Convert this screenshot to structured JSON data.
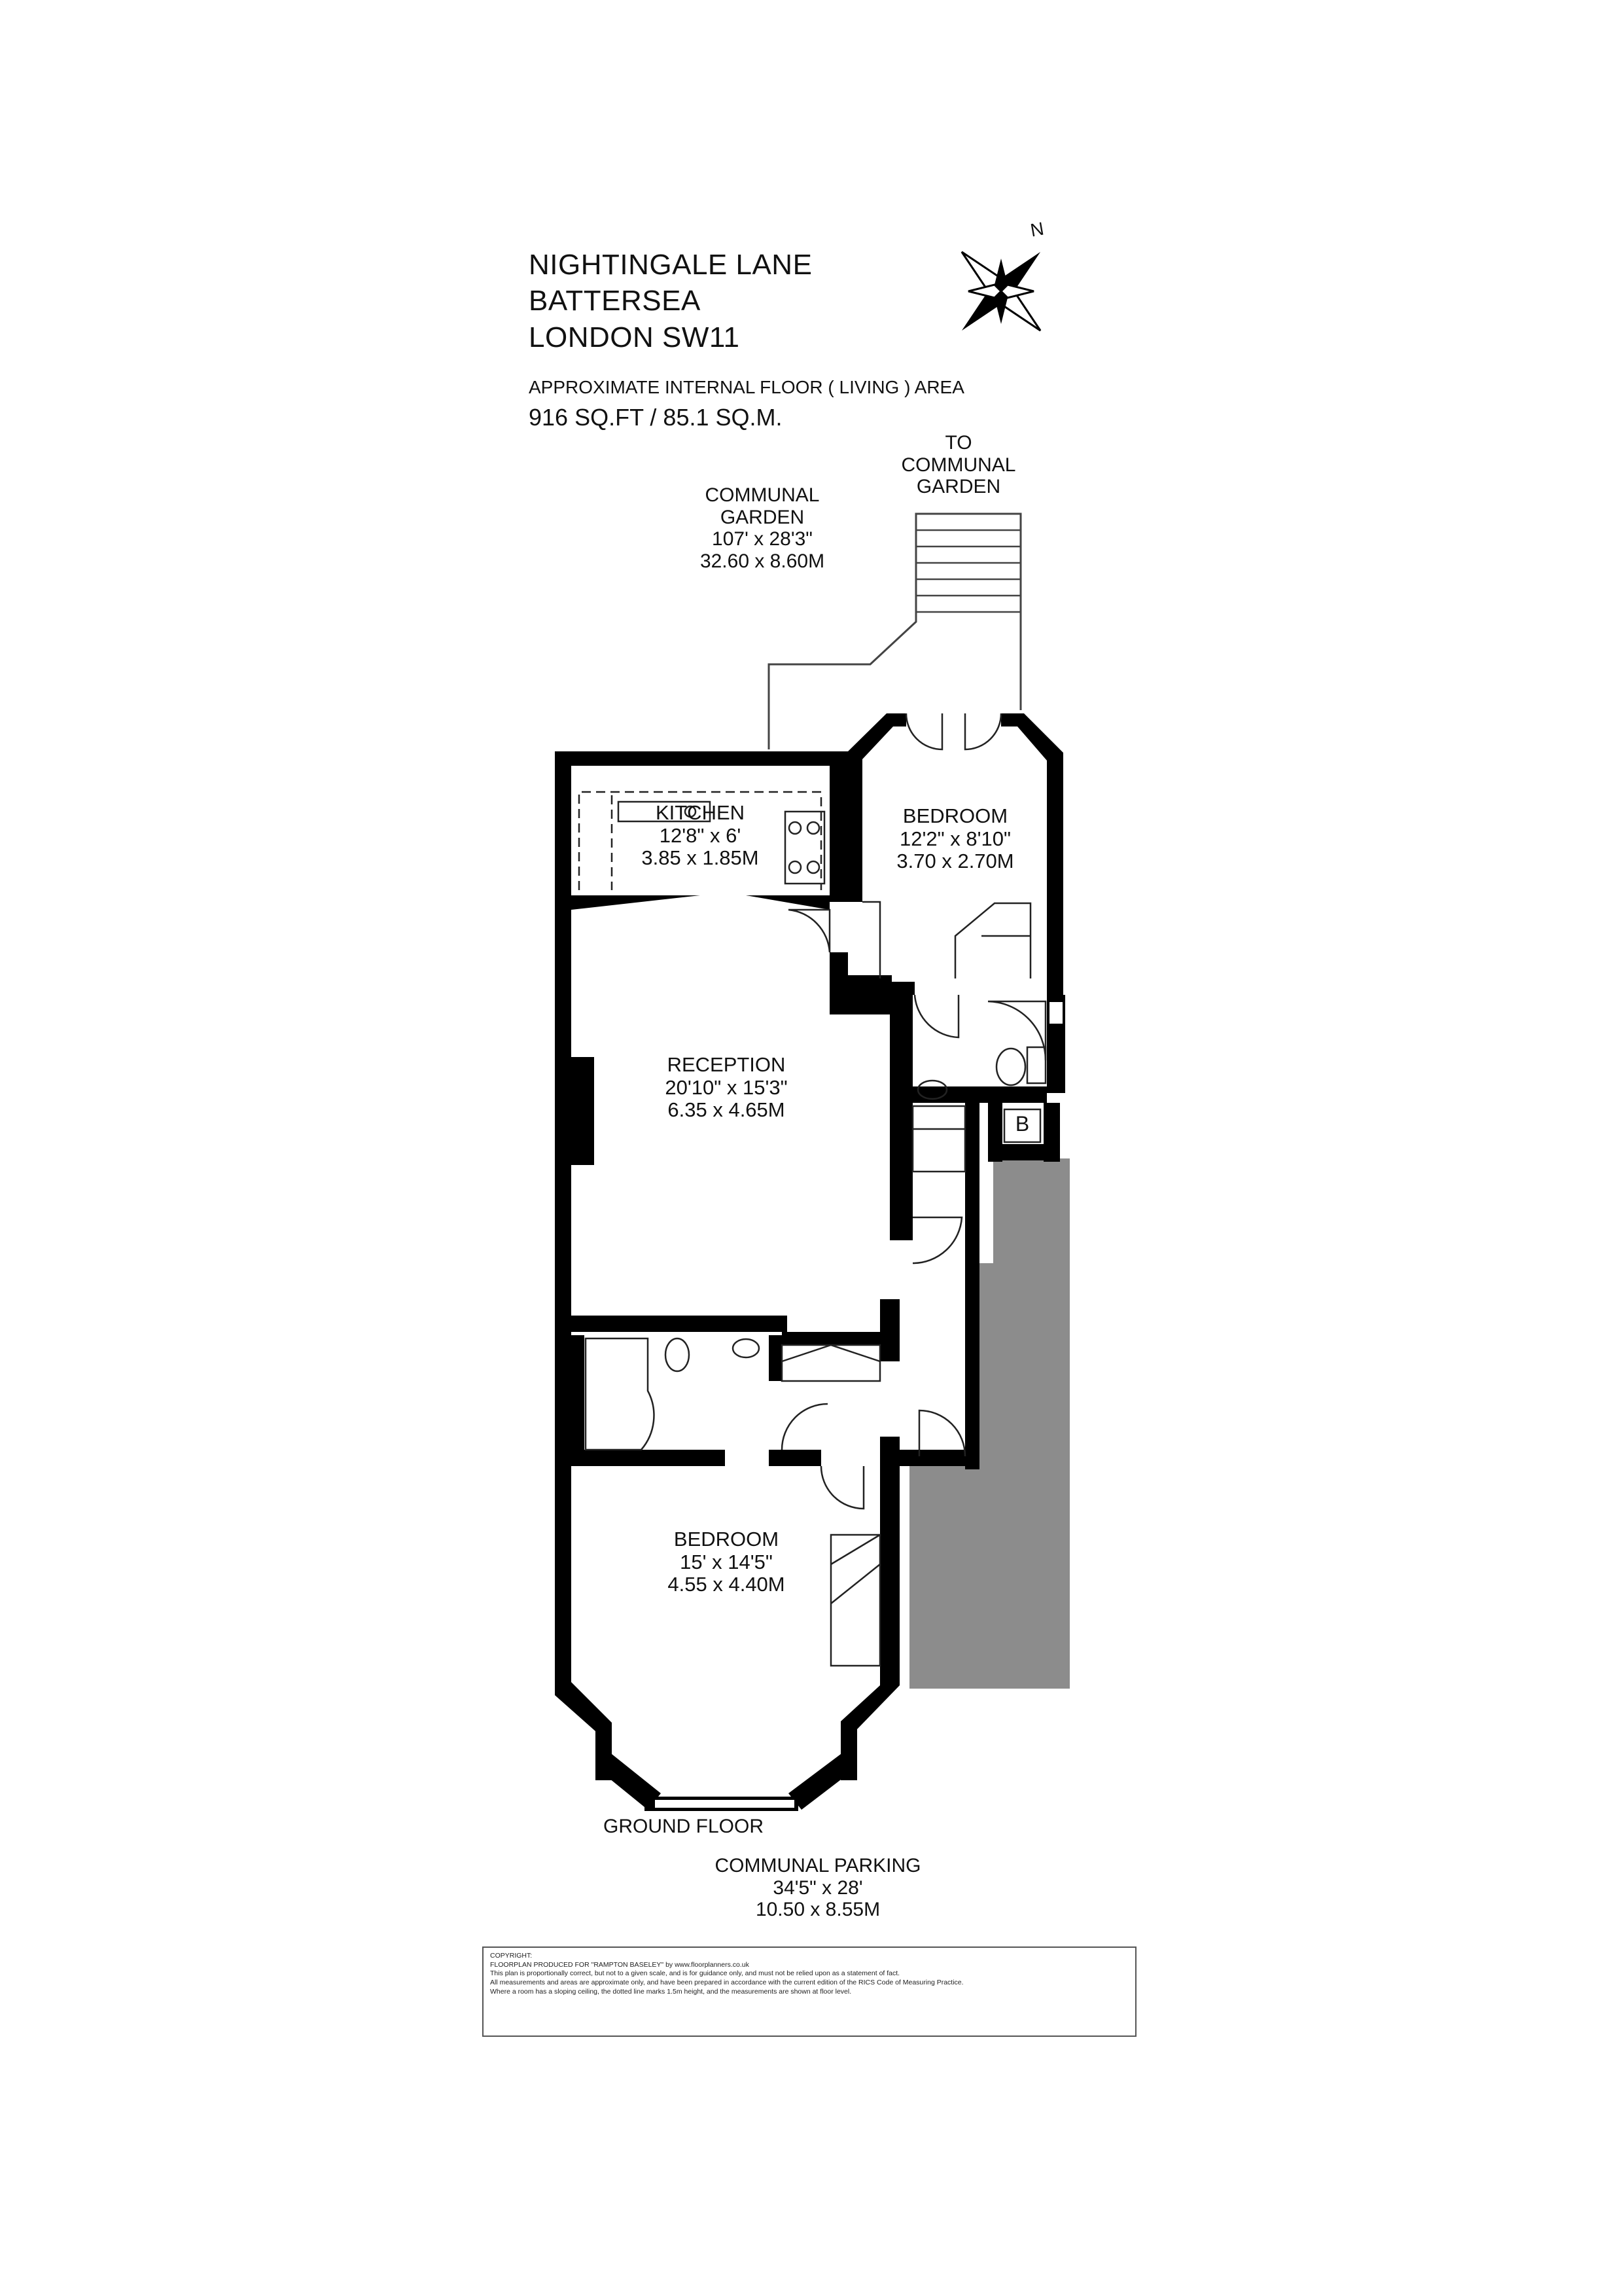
{
  "address": {
    "line1": "NIGHTINGALE LANE",
    "line2": "BATTERSEA",
    "line3": "LONDON SW11"
  },
  "area": {
    "label": "APPROXIMATE INTERNAL FLOOR ( LIVING ) AREA",
    "value": "916 SQ.FT / 85.1 SQ.M."
  },
  "compass": {
    "north_label": "N",
    "icon": "compass-rose-icon"
  },
  "outside": {
    "to_garden": {
      "line1": "TO",
      "line2": "COMMUNAL",
      "line3": "GARDEN"
    },
    "garden": {
      "line1": "COMMUNAL",
      "line2": "GARDEN",
      "imperial": "107' x 28'3\"",
      "metric": "32.60 x 8.60M"
    },
    "parking": {
      "name": "COMMUNAL PARKING",
      "imperial": "34'5\" x 28'",
      "metric": "10.50 x 8.55M"
    }
  },
  "rooms": {
    "kitchen": {
      "name": "KITCHEN",
      "imperial": "12'8\" x 6'",
      "metric": "3.85 x 1.85M"
    },
    "bedroom_rear": {
      "name": "BEDROOM",
      "imperial": "12'2\" x 8'10\"",
      "metric": "3.70 x 2.70M"
    },
    "reception": {
      "name": "RECEPTION",
      "imperial": "20'10\" x 15'3\"",
      "metric": "6.35 x 4.65M"
    },
    "bedroom_front": {
      "name": "BEDROOM",
      "imperial": "15' x 14'5\"",
      "metric": "4.55 x 4.40M"
    },
    "boiler": "B"
  },
  "floor_label": "GROUND FLOOR",
  "colors": {
    "wall": "#000000",
    "shaded_area": "#8c8c8c",
    "text": "#111111"
  },
  "copyright": {
    "line1": "COPYRIGHT:",
    "line2": "FLOORPLAN PRODUCED FOR \"RAMPTON BASELEY\" by www.floorplanners.co.uk",
    "line3": "This plan is proportionally correct, but not to a given scale, and is for guidance only, and must not be relied upon as a statement of fact.",
    "line4": "All measurements and areas are approximate only, and have been prepared in accordance with the current edition of the RICS Code of Measuring Practice.",
    "line5": "Where a room has a sloping ceiling, the dotted line marks 1.5m height, and the measurements are shown at floor level."
  }
}
